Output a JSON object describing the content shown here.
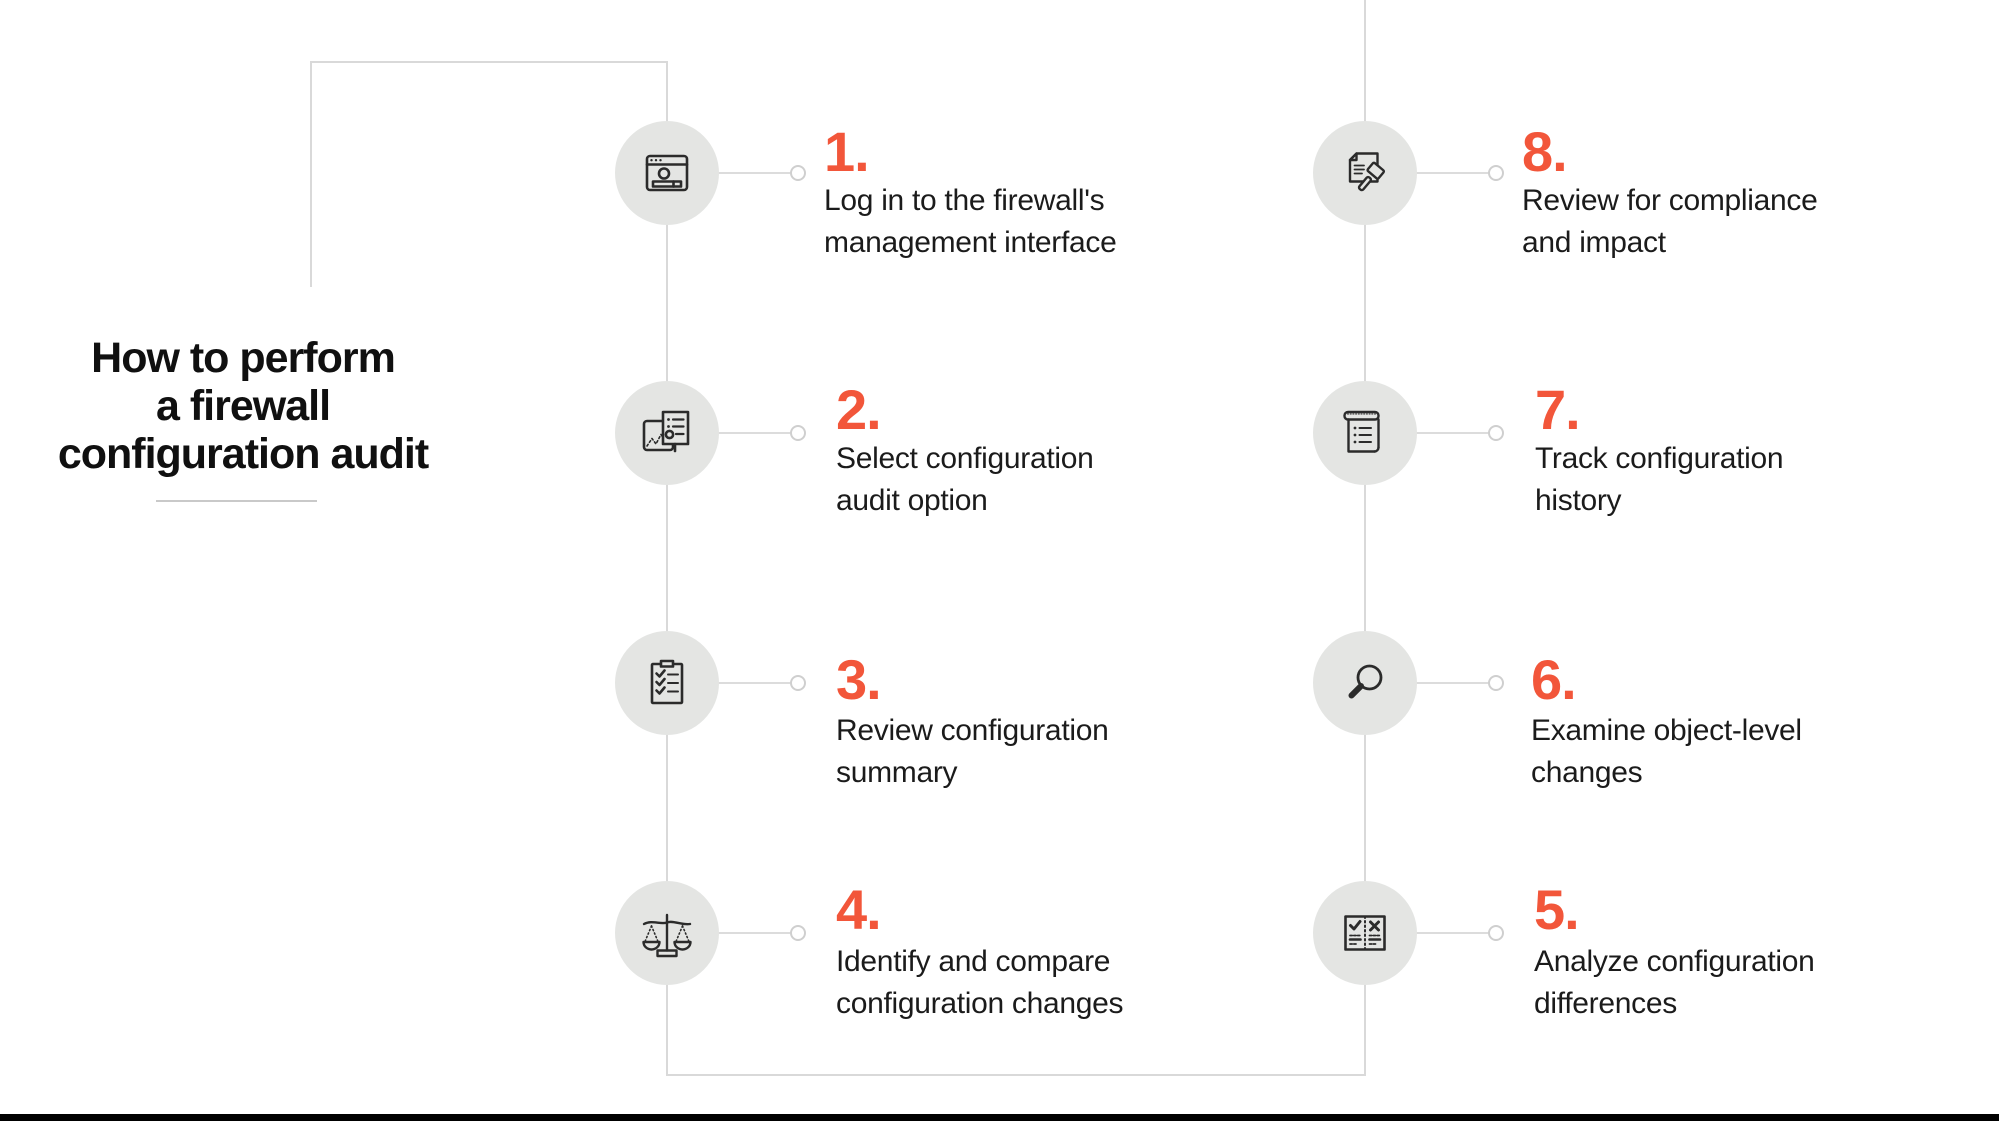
{
  "title": {
    "line1": "How to perform",
    "line2": "a firewall",
    "line3": "configuration audit"
  },
  "steps": [
    {
      "number": "1.",
      "line1": "Log in to the firewall's",
      "line2": "management interface",
      "icon": "browser-window-icon"
    },
    {
      "number": "2.",
      "line1": "Select configuration",
      "line2": "audit option",
      "icon": "document-chart-icon"
    },
    {
      "number": "3.",
      "line1": "Review configuration",
      "line2": "summary",
      "icon": "checklist-clipboard-icon"
    },
    {
      "number": "4.",
      "line1": "Identify and compare",
      "line2": "configuration changes",
      "icon": "balance-scale-icon"
    },
    {
      "number": "5.",
      "line1": "Analyze configuration",
      "line2": "differences",
      "icon": "comparison-book-icon"
    },
    {
      "number": "6.",
      "line1": "Examine object-level",
      "line2": "changes",
      "icon": "magnifier-icon"
    },
    {
      "number": "7.",
      "line1": "Track configuration",
      "line2": "history",
      "icon": "scroll-history-icon"
    },
    {
      "number": "8.",
      "line1": "Review for compliance",
      "line2": "and impact",
      "icon": "gavel-document-icon"
    }
  ],
  "colors": {
    "accent": "#F2563A",
    "circle_fill": "#E4E5E3",
    "connector_line": "#DCDCDC",
    "text": "#1B1B1B",
    "bottom_bar": "#000000"
  }
}
